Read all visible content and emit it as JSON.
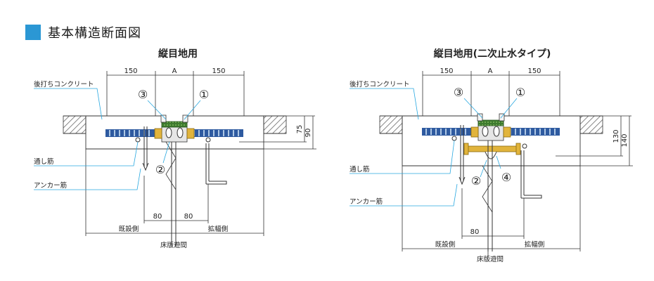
{
  "header": {
    "title": "基本構造断面図",
    "accent_color": "#2b97d4"
  },
  "colors": {
    "leader": "#29a8e0",
    "rebar": "#2e5aa0",
    "rebar_rib": "#cfe3f5",
    "seal": "#3d7a2e",
    "brass": "#e1b43c",
    "line": "#333333"
  },
  "panels": [
    {
      "title": "縦目地用",
      "dims": {
        "left": "150",
        "center": "A",
        "right": "150",
        "h1": "75",
        "h2": "90",
        "b1": "80",
        "b2": "80"
      },
      "labels": {
        "concrete": "後打ちコンクリート",
        "through_bar": "通し筋",
        "anchor_bar": "アンカー筋",
        "existing": "既設側",
        "expansion": "拡幅側",
        "gap": "床版遊間"
      },
      "callouts": [
        "①",
        "②",
        "③"
      ]
    },
    {
      "title": "縦目地用(二次止水タイプ)",
      "dims": {
        "left": "150",
        "center": "A",
        "right": "150",
        "h1": "130",
        "h2": "140",
        "b1": "80"
      },
      "labels": {
        "concrete": "後打ちコンクリート",
        "through_bar": "通し筋",
        "anchor_bar": "アンカー筋",
        "existing": "既設側",
        "expansion": "拡幅側",
        "gap": "床版遊間"
      },
      "callouts": [
        "①",
        "②",
        "③",
        "④"
      ]
    }
  ]
}
